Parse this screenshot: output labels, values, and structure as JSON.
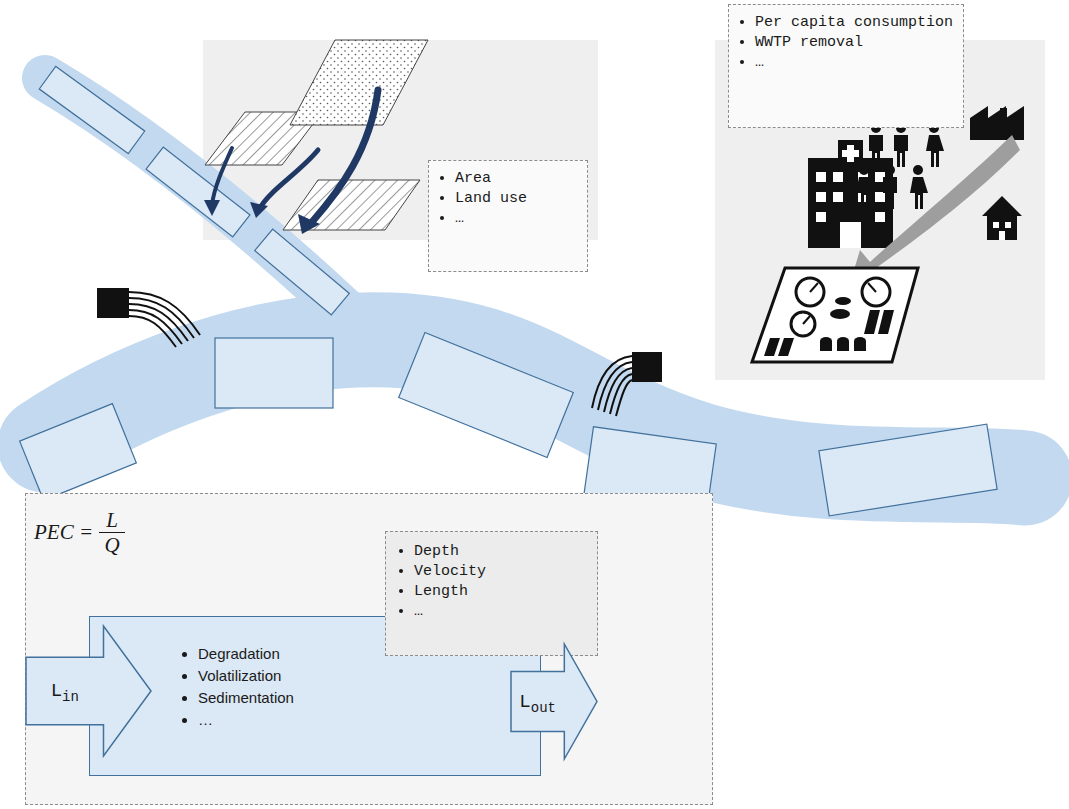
{
  "diagram": {
    "nodes": [
      {
        "text": [
          "Per capita consumption",
          "WWTP removal",
          "…"
        ]
      },
      {
        "text": [
          "Area",
          "Land use",
          "…"
        ]
      },
      {
        "text": [
          "PEC =",
          "L",
          "Q"
        ]
      },
      {
        "text": [
          "Degradation",
          "Volatilization",
          "Sedimentation",
          "…"
        ],
        "in": 2
      },
      {
        "text": [
          "Depth",
          "Velocity",
          "Length",
          "…"
        ],
        "in": 2
      },
      {
        "text": [
          "L",
          "in"
        ],
        "in": 2
      },
      {
        "text": [
          "L",
          "out"
        ],
        "in": 2
      }
    ]
  }
}
